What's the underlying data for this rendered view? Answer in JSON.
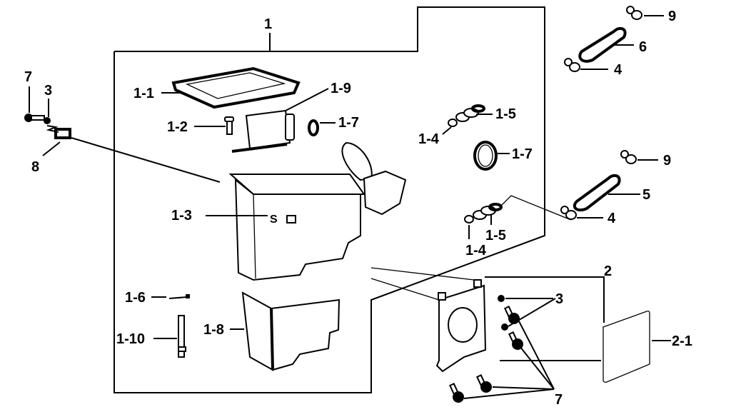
{
  "diagram": {
    "type": "exploded-parts-diagram",
    "callouts": {
      "assembly_1": "1",
      "p1_1": "1-1",
      "p1_2": "1-2",
      "p1_3": "1-3",
      "p1_4_top": "1-4",
      "p1_4_bottom": "1-4",
      "p1_5_top": "1-5",
      "p1_5_bottom": "1-5",
      "p1_6": "1-6",
      "p1_7_filter": "1-7",
      "p1_7_ring": "1-7",
      "p1_8": "1-8",
      "p1_9": "1-9",
      "p1_10": "1-10",
      "assembly_2": "2",
      "p2_1": "2-1",
      "p3_left": "3",
      "p3_right": "3",
      "p4_top": "4",
      "p4_bottom": "4",
      "p5": "5",
      "p6": "6",
      "p7_left": "7",
      "p7_bottom": "7",
      "p8": "8",
      "p9_top": "9",
      "p9_bottom": "9"
    }
  }
}
